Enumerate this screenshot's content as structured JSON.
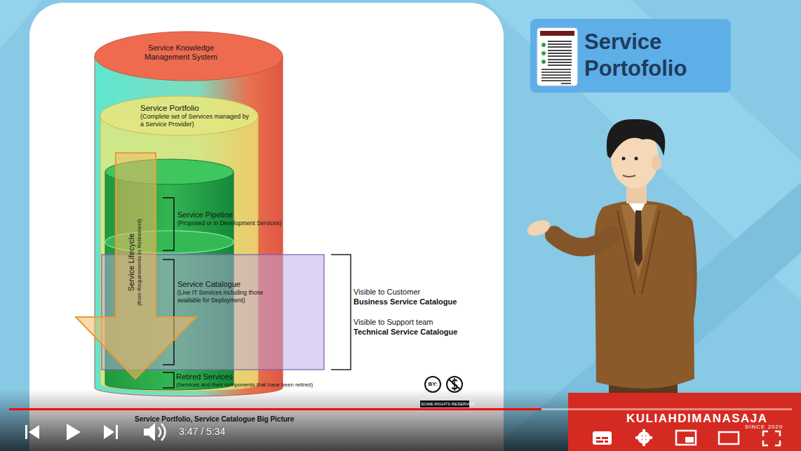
{
  "diagram": {
    "caption": "Service Portfolio, Service Catalogue Big Picture",
    "nodes": [
      {
        "text": [
          "Service Knowledge Management System"
        ]
      },
      {
        "text": [
          "Service Portfolio",
          "(Complete set of Services managed by a Service Provider)"
        ],
        "in": 0
      },
      {
        "text": [
          "Service Pipeline",
          "(Proposed or in Development Services)"
        ],
        "in": 1
      },
      {
        "text": [
          "Service Catalogue",
          "(Live IT Services including those available for Deployment)"
        ],
        "in": 1
      },
      {
        "text": [
          "Retired Services",
          "(Services and their components that have been retired)"
        ],
        "in": 1
      },
      {
        "text": [
          "Service Lifecycle",
          "(from Requirements to Retirement)"
        ]
      },
      {
        "text": [
          "Service Portofolio"
        ]
      }
    ],
    "labels": [
      "Visible to Customer",
      "Business Service Catalogue",
      "Visible to Support team",
      "Technical Service Catalogue",
      "BY:",
      "SOME RIGHTS RESERVED",
      "3:47 / 5:34",
      "KULIAHDIMANASAJA",
      "SINCE 2020"
    ]
  }
}
